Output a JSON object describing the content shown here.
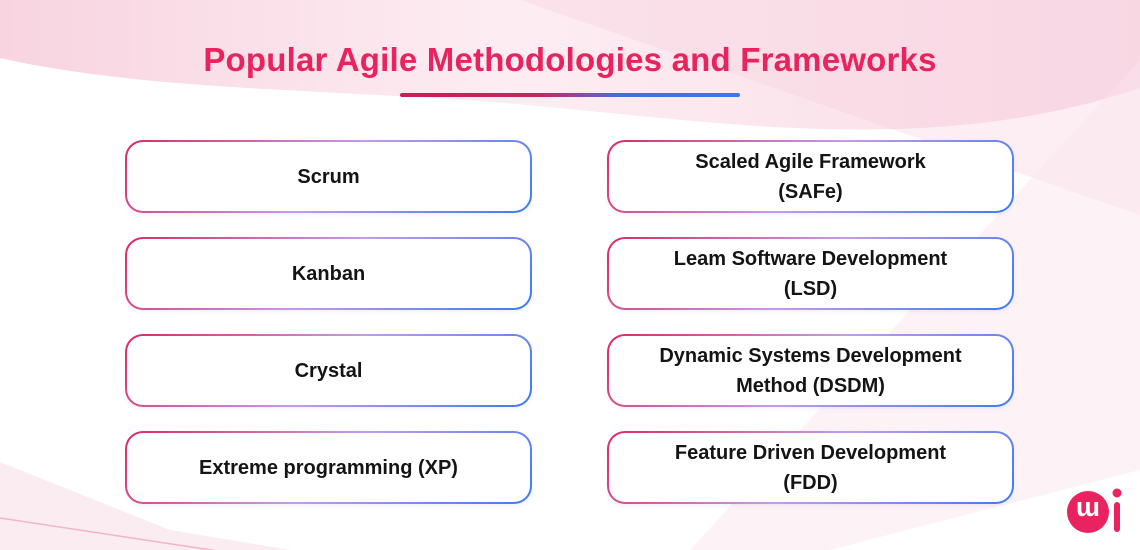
{
  "header": {
    "title": "Popular Agile Methodologies and Frameworks"
  },
  "cards": {
    "left": [
      {
        "lines": [
          "Scrum"
        ]
      },
      {
        "lines": [
          "Kanban"
        ]
      },
      {
        "lines": [
          "Crystal"
        ]
      },
      {
        "lines": [
          "Extreme programming (XP)"
        ]
      }
    ],
    "right": [
      {
        "lines": [
          "Scaled Agile Framework",
          "(SAFe)"
        ]
      },
      {
        "lines": [
          "Leam Software Development",
          "(LSD)"
        ]
      },
      {
        "lines": [
          "Dynamic Systems Development",
          "Method (DSDM)"
        ]
      },
      {
        "lines": [
          "Feature Driven Development",
          "(FDD)"
        ]
      }
    ]
  },
  "branding": {
    "logo_letter": "m"
  },
  "colors": {
    "title": "#E8235F",
    "underline_start": "#CE1B57",
    "underline_end": "#3479F6",
    "card_border_start": "#DF2860",
    "card_border_mid": "#C49BEA",
    "card_border_end": "#3B7BF0",
    "logo": "#E8235F",
    "background_tint": "#F8D4E0"
  }
}
